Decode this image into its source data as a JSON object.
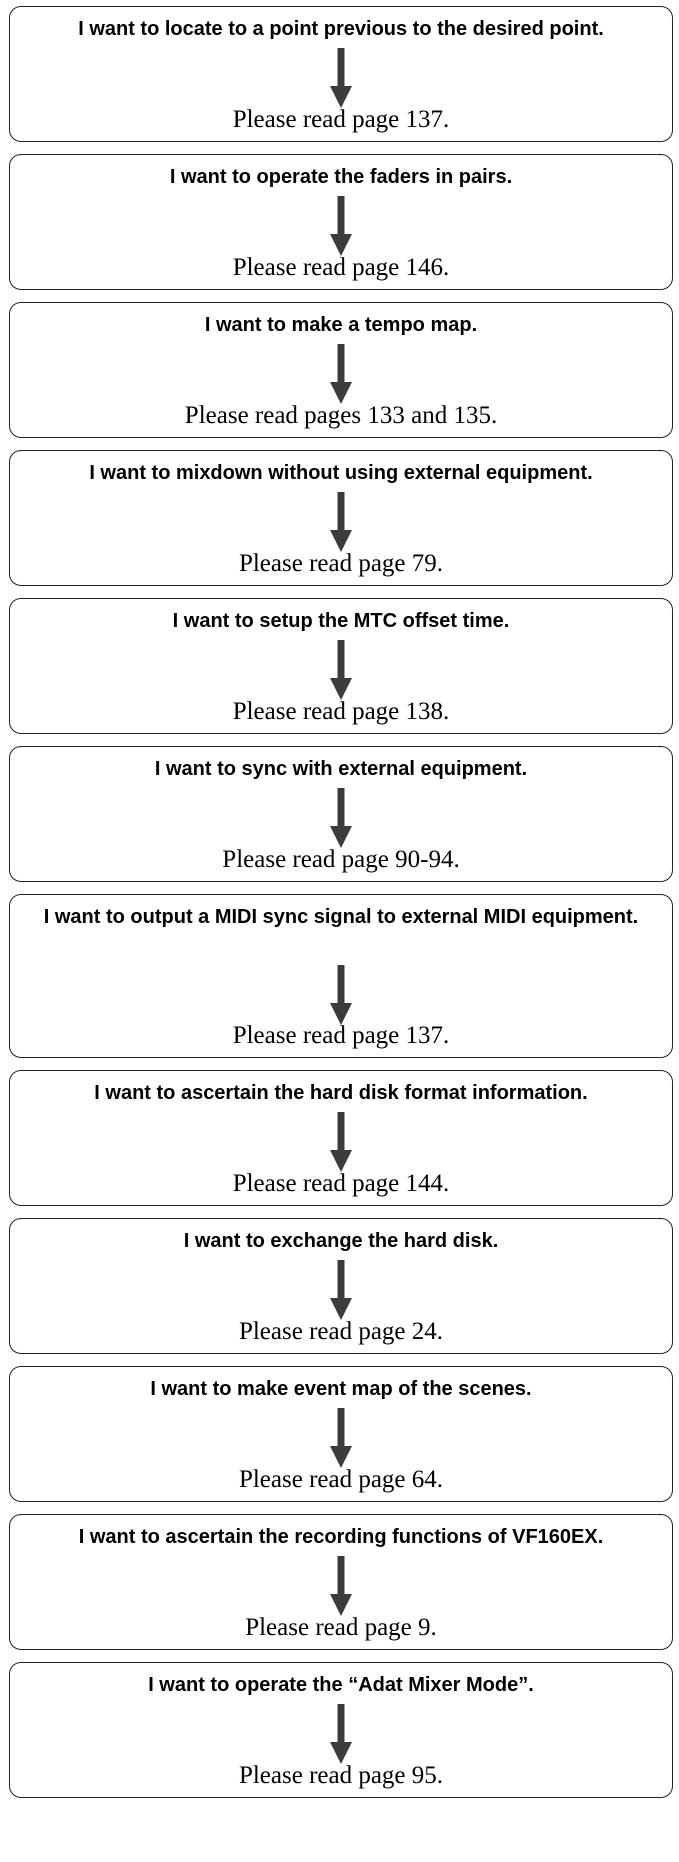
{
  "colors": {
    "arrow": "#3b3b3b",
    "border": "#222222",
    "text": "#000000"
  },
  "icons": {
    "arrow": "down-arrow-icon"
  },
  "items": [
    {
      "question": "I want to locate to a point previous to the desired point.",
      "answer": "Please read page 137."
    },
    {
      "question": "I want to operate the faders in pairs.",
      "answer": "Please read page 146."
    },
    {
      "question": "I want to make a tempo map.",
      "answer": "Please read pages 133 and 135."
    },
    {
      "question": "I want to mixdown without using external equipment.",
      "answer": "Please read page 79."
    },
    {
      "question": "I want to setup the MTC offset time.",
      "answer": "Please read page 138."
    },
    {
      "question": "I want to sync with external equipment.",
      "answer": "Please read page 90-94."
    },
    {
      "question": "I want to output a MIDI sync signal to external MIDI equipment.",
      "answer": "Please read page 137."
    },
    {
      "question": "I want to ascertain the hard disk format information.",
      "answer": "Please read page 144."
    },
    {
      "question": "I want to exchange the hard disk.",
      "answer": "Please read page 24."
    },
    {
      "question": "I want to make event map of the scenes.",
      "answer": "Please read page 64."
    },
    {
      "question": "I want to ascertain the recording functions of VF160EX.",
      "answer": "Please read page 9."
    },
    {
      "question": "I want to operate the “Adat Mixer Mode”.",
      "answer": "Please read page 95."
    }
  ]
}
